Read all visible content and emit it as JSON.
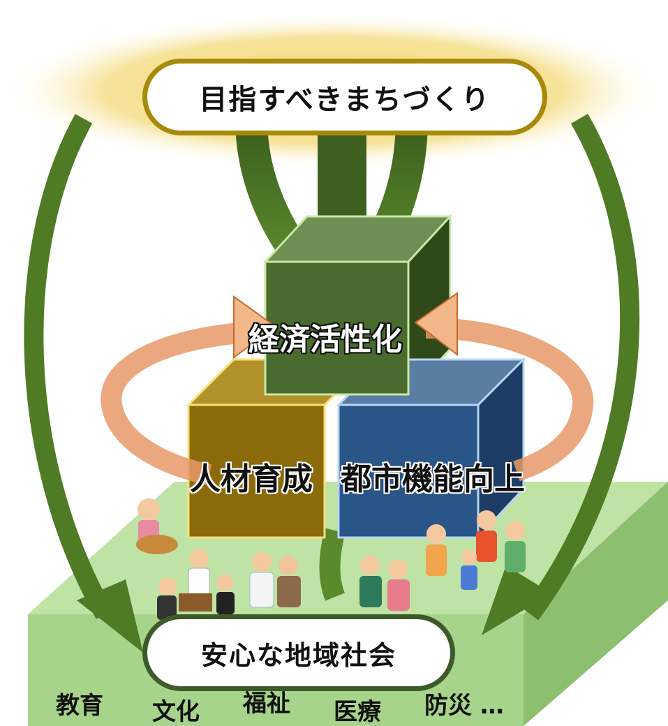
{
  "goal": {
    "label": "目指すべきまちづくり"
  },
  "cubes": {
    "top": {
      "label": "経済活性化",
      "color": "#4a6b2e"
    },
    "left": {
      "label": "人材育成",
      "color": "#8b6a0a"
    },
    "right": {
      "label": "都市機能向上",
      "color": "#2a5588"
    }
  },
  "foundation": {
    "label": "安心な地域社会",
    "color": "#a6d48a"
  },
  "fields": [
    "教育",
    "文化",
    "福祉",
    "医療",
    "防災 …"
  ],
  "colors": {
    "glow": "#f5dc7a",
    "arrow_green": "#4f7b24",
    "cycle_arrow": "#f2b88a"
  }
}
